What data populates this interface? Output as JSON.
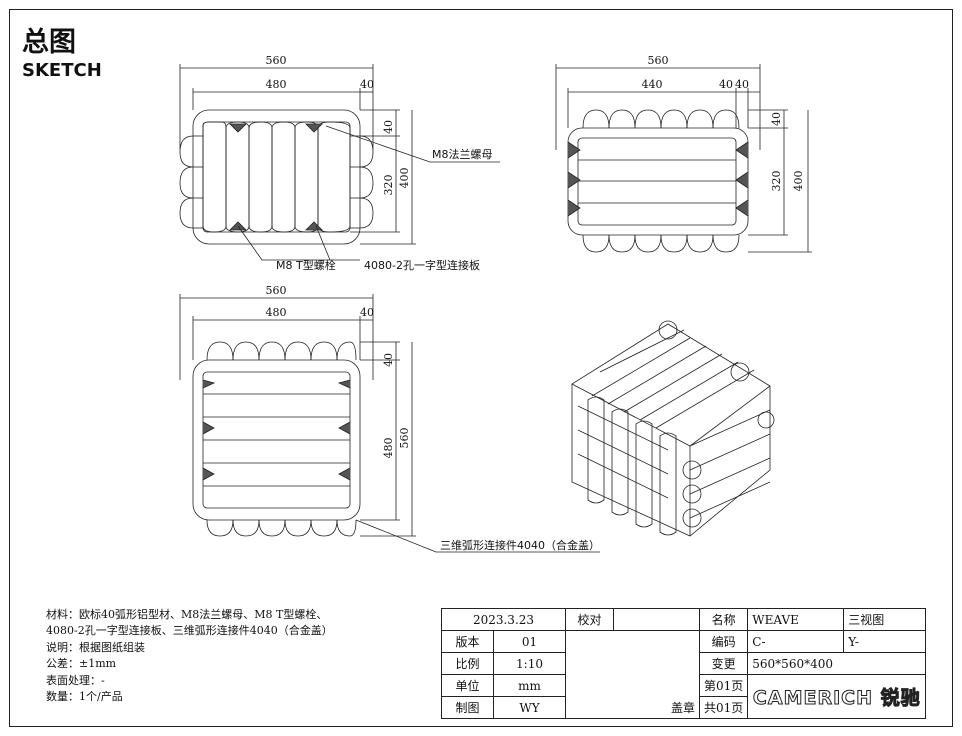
{
  "header": {
    "title_zh": "总图",
    "title_en": "SKETCH"
  },
  "views": {
    "top": {
      "dim_total_w": "560",
      "dim_inner_w": "480",
      "dim_edge_w": "40",
      "dim_edge_h": "40",
      "dim_inner_h": "320",
      "dim_total_h": "400",
      "label_nut": "M8法兰螺母",
      "label_bolt": "M8 T型螺栓",
      "label_plate": "4080-2孔一字型连接板"
    },
    "front": {
      "dim_total_w": "560",
      "dim_inner_w": "440",
      "dim_edge_w1": "40",
      "dim_edge_w2": "40",
      "dim_edge_h": "40",
      "dim_inner_h": "320",
      "dim_total_h": "400"
    },
    "side": {
      "dim_total_w": "560",
      "dim_inner_w": "480",
      "dim_edge_w": "40",
      "dim_edge_h": "40",
      "dim_inner_h": "480",
      "dim_total_h": "560",
      "label_connector": "三维弧形连接件4040（合金盖）"
    }
  },
  "notes": {
    "line1": "材料：欧标40弧形铝型材、M8法兰螺母、M8 T型螺栓、",
    "line2": "4080-2孔一字型连接板、三维弧形连接件4040（合金盖）",
    "line3": "说明：根据图纸组装",
    "line4": "公差：±1mm",
    "line5": "表面处理：-",
    "line6": "数量：1个/产品"
  },
  "title_block": {
    "date": "2023.3.23",
    "check_label": "校对",
    "version_label": "版本",
    "version_value": "01",
    "scale_label": "比例",
    "scale_value": "1:10",
    "unit_label": "单位",
    "unit_value": "mm",
    "drawn_label": "制图",
    "drawn_value": "WY",
    "stamp_label": "盖章",
    "name_label": "名称",
    "name_value": "WEAVE",
    "view_type": "三视图",
    "code_label": "编码",
    "code_value": "C-",
    "code_value2": "Y-",
    "change_label": "变更",
    "change_value": "560*560*400",
    "page_label": "第01页",
    "total_label": "共01页",
    "logo": "CAMERICH 锐驰"
  }
}
